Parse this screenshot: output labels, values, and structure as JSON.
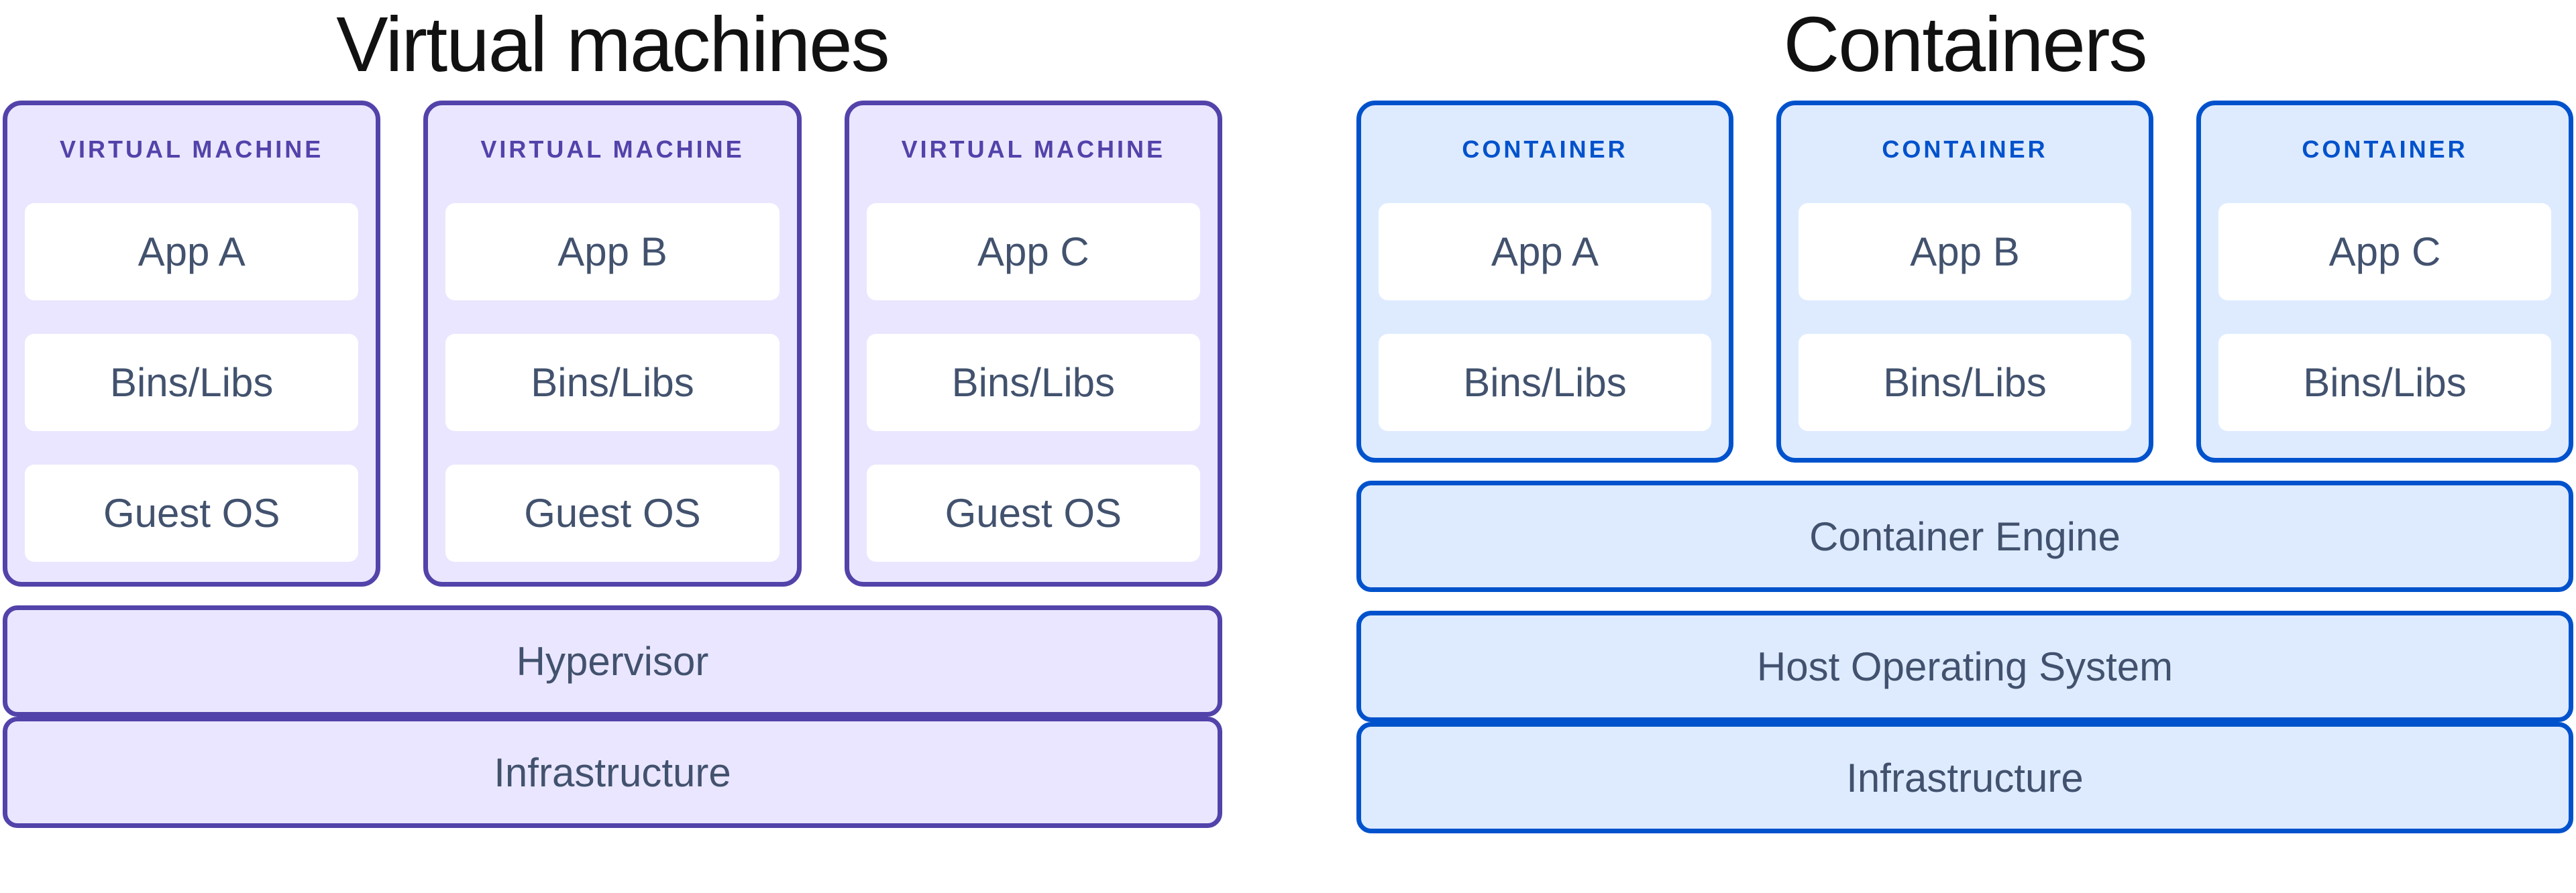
{
  "colors": {
    "vm_accent": "#5243AA",
    "vm_fill": "#EAE6FF",
    "container_accent": "#0052CC",
    "container_fill": "#DEEBFF",
    "label_text": "#42526E",
    "title_text": "#111111",
    "inner_box_fill": "#FFFFFF"
  },
  "left": {
    "title": "Virtual machines",
    "cards": [
      {
        "header": "VIRTUAL MACHINE",
        "boxes": [
          "App A",
          "Bins/Libs",
          "Guest OS"
        ]
      },
      {
        "header": "VIRTUAL MACHINE",
        "boxes": [
          "App B",
          "Bins/Libs",
          "Guest OS"
        ]
      },
      {
        "header": "VIRTUAL MACHINE",
        "boxes": [
          "App C",
          "Bins/Libs",
          "Guest OS"
        ]
      }
    ],
    "bars": [
      "Hypervisor",
      "Infrastructure"
    ]
  },
  "right": {
    "title": "Containers",
    "cards": [
      {
        "header": "CONTAINER",
        "boxes": [
          "App A",
          "Bins/Libs"
        ]
      },
      {
        "header": "CONTAINER",
        "boxes": [
          "App B",
          "Bins/Libs"
        ]
      },
      {
        "header": "CONTAINER",
        "boxes": [
          "App C",
          "Bins/Libs"
        ]
      }
    ],
    "bars": [
      "Container Engine",
      "Host Operating System",
      "Infrastructure"
    ]
  }
}
